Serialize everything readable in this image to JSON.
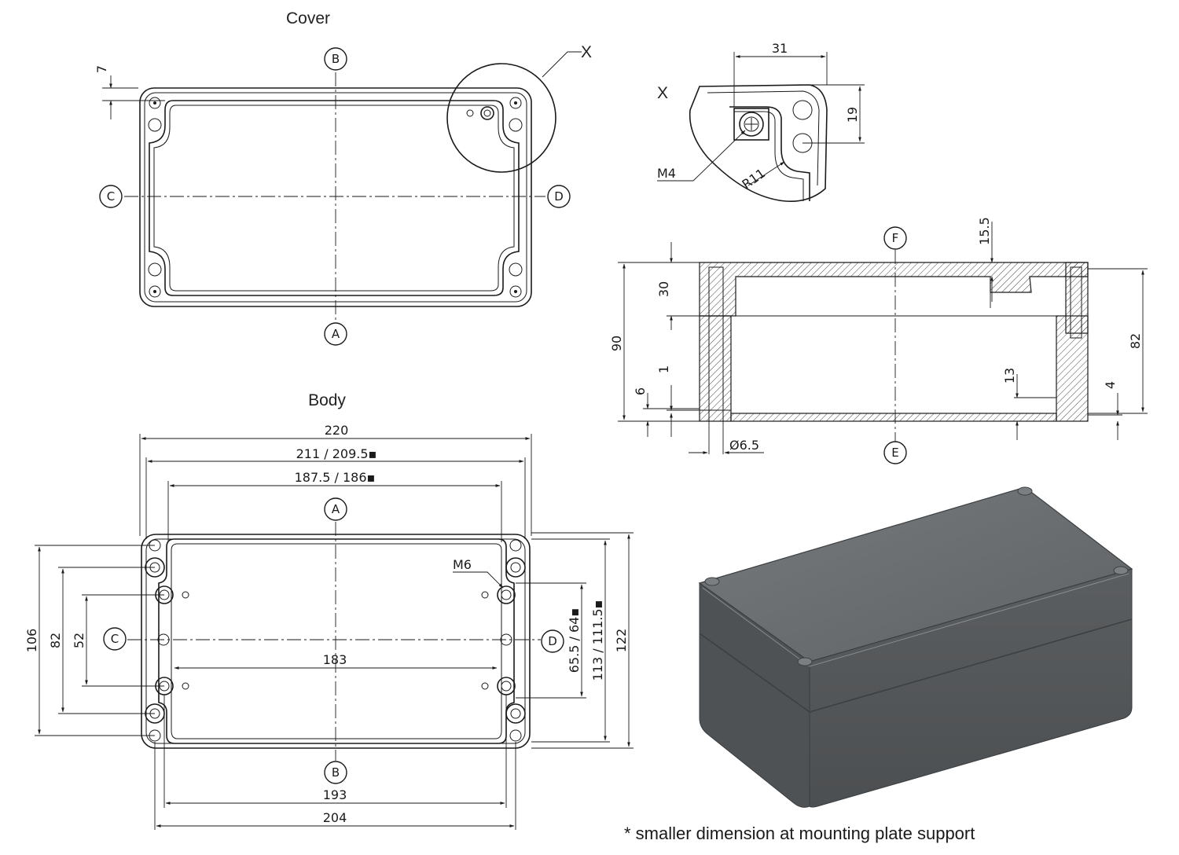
{
  "views": {
    "cover_title": "Cover",
    "body_title": "Body",
    "detail_label": "X"
  },
  "bubbles": {
    "A": "A",
    "B": "B",
    "C": "C",
    "D": "D",
    "E": "E",
    "F": "F"
  },
  "cover_dims": {
    "d7": "7"
  },
  "detail_dims": {
    "d31": "31",
    "d19": "19",
    "thread": "M4",
    "radius": "R11"
  },
  "section_dims": {
    "d15_5": "15.5",
    "d30": "30",
    "d90": "90",
    "d1": "1",
    "d6": "6",
    "d82": "82",
    "d13": "13",
    "d4": "4",
    "hole": "Ø6.5"
  },
  "body_dims": {
    "d220": "220",
    "d211": "211 / 209.5▪",
    "d187": "187.5 / 186▪",
    "d183": "183",
    "d193": "193",
    "d204": "204",
    "d106": "106",
    "d82": "82",
    "d52": "52",
    "d65": "65.5 / 64▪",
    "d113": "113 / 111.5▪",
    "d122": "122",
    "thread": "M6"
  },
  "footnote": "* smaller dimension at mounting plate support",
  "colors": {
    "ink": "#1a1a1a",
    "box_top": "#6b6e70",
    "box_front": "#55585a",
    "box_side": "#4a4d4f"
  }
}
